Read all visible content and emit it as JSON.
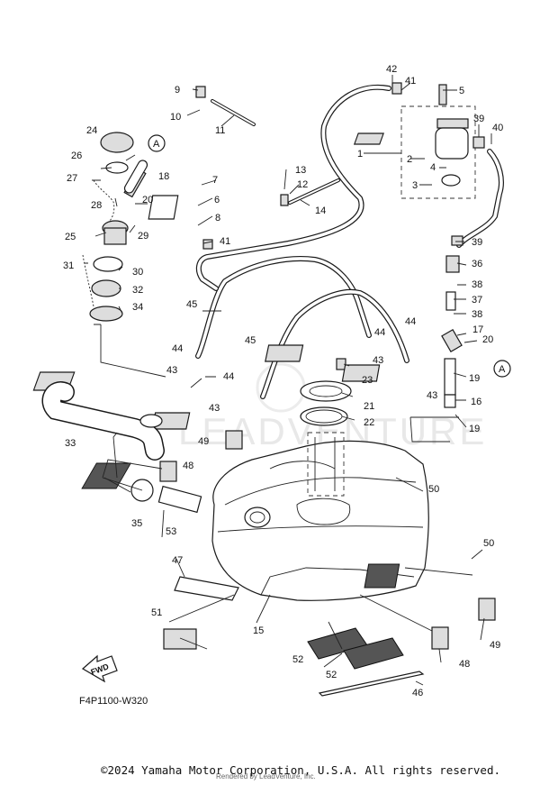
{
  "diagram": {
    "watermark": "LEADVENTURE",
    "figure_code": "F4P1100-W320",
    "fwd_label": "FWD",
    "copyright": "©2024 Yamaha Motor Corporation, U.S.A. All rights reserved.",
    "render_credit": "Rendered by LeadVenture, Inc.",
    "callout_a": "A",
    "callout_a2": "A",
    "labels": {
      "l1": "1",
      "l2": "2",
      "l3": "3",
      "l4": "4",
      "l5": "5",
      "l6": "6",
      "l7": "7",
      "l8": "8",
      "l9": "9",
      "l10": "10",
      "l11": "11",
      "l12": "12",
      "l13": "13",
      "l14": "14",
      "l15": "15",
      "l16": "16",
      "l17": "17",
      "l18": "18",
      "l19a": "19",
      "l19b": "19",
      "l20a": "20",
      "l20b": "20",
      "l21": "21",
      "l22": "22",
      "l23": "23",
      "l24": "24",
      "l25": "25",
      "l26": "26",
      "l27": "27",
      "l28": "28",
      "l29": "29",
      "l30": "30",
      "l31": "31",
      "l32": "32",
      "l33": "33",
      "l34": "34",
      "l35": "35",
      "l36": "36",
      "l37": "37",
      "l38a": "38",
      "l38b": "38",
      "l39a": "39",
      "l39b": "39",
      "l40": "40",
      "l41a": "41",
      "l41b": "41",
      "l42": "42",
      "l43a": "43",
      "l43b": "43",
      "l43c": "43",
      "l43d": "43",
      "l44a": "44",
      "l44b": "44",
      "l44c": "44",
      "l44d": "44",
      "l45a": "45",
      "l45b": "45",
      "l46": "46",
      "l47": "47",
      "l48a": "48",
      "l48b": "48",
      "l49a": "49",
      "l49b": "49",
      "l50a": "50",
      "l50b": "50",
      "l51": "51",
      "l52a": "52",
      "l52b": "52",
      "l53": "53"
    }
  }
}
